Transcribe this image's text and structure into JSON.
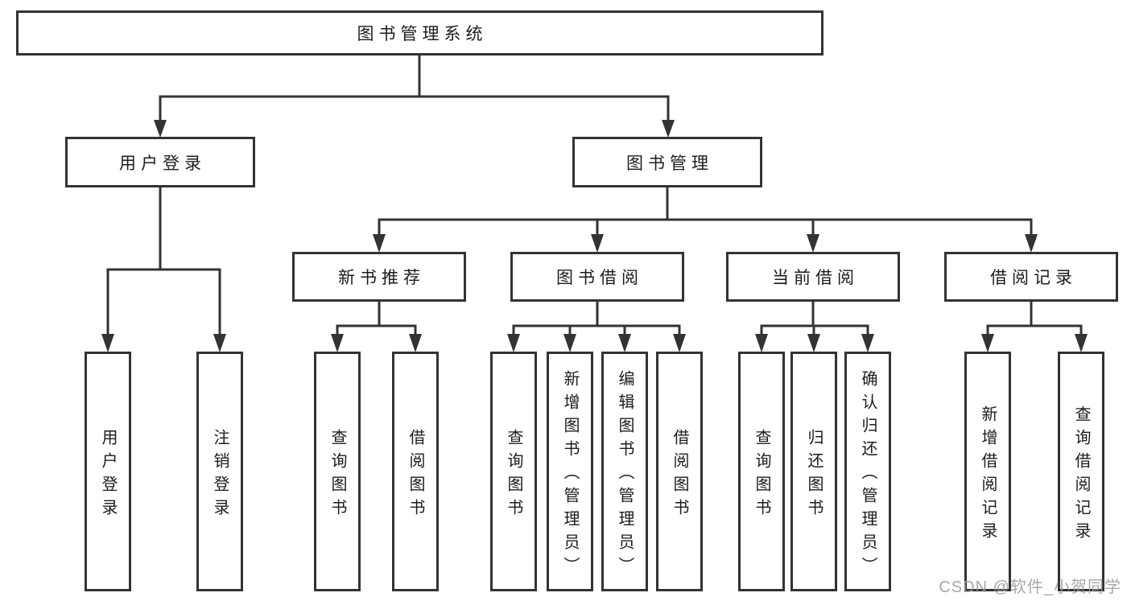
{
  "diagram": {
    "root": {
      "label": "图书管理系统"
    },
    "branches": [
      {
        "label": "用户登录",
        "children": [
          {
            "label": "用户登录"
          },
          {
            "label": "注销登录"
          }
        ]
      },
      {
        "label": "图书管理",
        "children": [
          {
            "label": "新书推荐",
            "children": [
              {
                "label": "查询图书"
              },
              {
                "label": "借阅图书"
              }
            ]
          },
          {
            "label": "图书借阅",
            "children": [
              {
                "label": "查询图书"
              },
              {
                "label": "新增图书（管理员）"
              },
              {
                "label": "编辑图书（管理员）"
              },
              {
                "label": "借阅图书"
              }
            ]
          },
          {
            "label": "当前借阅",
            "children": [
              {
                "label": "查询图书"
              },
              {
                "label": "归还图书"
              },
              {
                "label": "确认归还（管理员）"
              }
            ]
          },
          {
            "label": "借阅记录",
            "children": [
              {
                "label": "新增借阅记录"
              },
              {
                "label": "查询借阅记录"
              }
            ]
          }
        ]
      }
    ]
  },
  "watermark": {
    "text": "CSDN @软件_小贺同学"
  },
  "colors": {
    "line": "#333333",
    "box_border": "#333333",
    "box_fill": "#ffffff",
    "text": "#1c1c1c",
    "background": "#ffffff",
    "watermark_text": "#9b9b9b"
  }
}
